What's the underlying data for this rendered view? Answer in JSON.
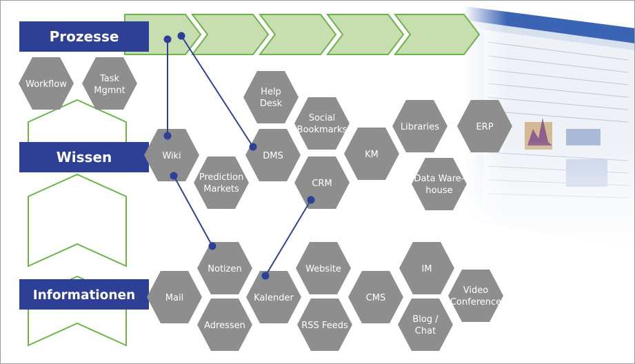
{
  "bands": {
    "processes": "Prozesse",
    "knowledge": "Wissen",
    "information": "Informationen"
  },
  "process_row": {
    "workflow": "Workflow",
    "task_mgmt": [
      "Task",
      "Mgmnt"
    ]
  },
  "tools": {
    "help_desk": [
      "Help",
      "Desk"
    ],
    "social_bookmarks": [
      "Social",
      "Bookmarks"
    ],
    "dms": "DMS",
    "km": "KM",
    "libraries": "Libraries",
    "erp": "ERP",
    "wiki": "Wiki",
    "prediction_markets": [
      "Prediction",
      "Markets"
    ],
    "crm": "CRM",
    "data_warehouse": [
      "Data Ware-",
      "house"
    ],
    "notizen": "Notizen",
    "website": "Website",
    "im": "IM",
    "mail": "Mail",
    "kalender": "Kalender",
    "cms": "CMS",
    "video_conference": [
      "Video",
      "Conference"
    ],
    "adressen": "Adressen",
    "rss_feeds": "RSS Feeds",
    "blog_chat": [
      "Blog /",
      "Chat"
    ]
  },
  "colors": {
    "band": "#2e3f96",
    "hexagon": "#8e8e8e",
    "chevron_fill": "#c6deb0",
    "chevron_stroke": "#6cb44a",
    "connector": "#2e3f96"
  }
}
